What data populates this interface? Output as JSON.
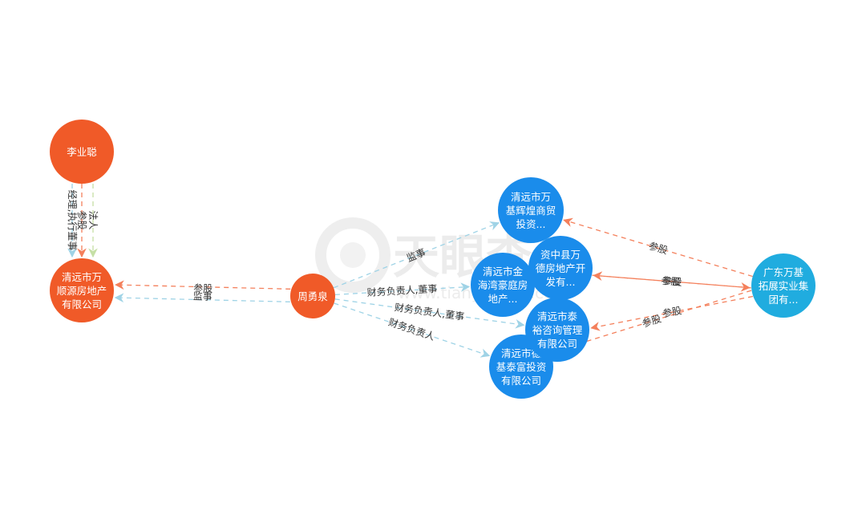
{
  "watermark": {
    "text": "天眼查",
    "sub": "www.tianyancha.com"
  },
  "colors": {
    "person": "#F05A28",
    "company": "#1A8CEB",
    "group": "#20ACDF",
    "edge_legal": "#c5dfa5",
    "edge_share": "#f4805c",
    "edge_role": "#9fd3e6"
  },
  "nodes": [
    {
      "id": "n1",
      "type": "person",
      "lines": [
        "李业聪"
      ]
    },
    {
      "id": "n2",
      "type": "person",
      "lines": [
        "清远市万",
        "顺源房地产",
        "有限公司"
      ]
    },
    {
      "id": "n3",
      "type": "person",
      "lines": [
        "周勇泉"
      ]
    },
    {
      "id": "n4",
      "type": "company",
      "lines": [
        "清远市万",
        "基辉煌商贸",
        "投资..."
      ]
    },
    {
      "id": "n6",
      "type": "company",
      "lines": [
        "清远市金",
        "海湾豪庭房",
        "地产..."
      ]
    },
    {
      "id": "n5",
      "type": "company",
      "lines": [
        "资中县万",
        "德房地产开",
        "发有..."
      ]
    },
    {
      "id": "n8",
      "type": "company",
      "lines": [
        "清远市德",
        "基泰富投资",
        "有限公司"
      ]
    },
    {
      "id": "n7",
      "type": "company",
      "lines": [
        "清远市泰",
        "裕咨询管理",
        "有限公司"
      ]
    },
    {
      "id": "n9",
      "type": "group",
      "lines": [
        "广东万基",
        "拓展实业集",
        "团有..."
      ]
    }
  ],
  "edges": [
    {
      "from": "n1",
      "to": "n2",
      "kind": "legal",
      "label": "法人"
    },
    {
      "from": "n1",
      "to": "n2",
      "kind": "share",
      "label": "参股"
    },
    {
      "from": "n1",
      "to": "n2",
      "kind": "role",
      "label": "经理,执行董事"
    },
    {
      "from": "n3",
      "to": "n2",
      "kind": "role",
      "label": "监事"
    },
    {
      "from": "n3",
      "to": "n2",
      "kind": "share",
      "label": "参股"
    },
    {
      "from": "n3",
      "to": "n4",
      "kind": "role",
      "label": "监事"
    },
    {
      "from": "n3",
      "to": "n6",
      "kind": "role",
      "label": "财务负责人,董事"
    },
    {
      "from": "n3",
      "to": "n7",
      "kind": "role",
      "label": "财务负责人,董事"
    },
    {
      "from": "n3",
      "to": "n8",
      "kind": "role",
      "label": "财务负责人"
    },
    {
      "from": "n9",
      "to": "n4",
      "kind": "share",
      "label": "参股"
    },
    {
      "from": "n9",
      "to": "n5",
      "kind": "share",
      "label": "参股"
    },
    {
      "from": "n5",
      "to": "n9",
      "kind": "share",
      "label": "参股"
    },
    {
      "from": "n9",
      "to": "n7",
      "kind": "share",
      "label": "参股"
    },
    {
      "from": "n9",
      "to": "n8",
      "kind": "share",
      "label": "参股"
    }
  ]
}
